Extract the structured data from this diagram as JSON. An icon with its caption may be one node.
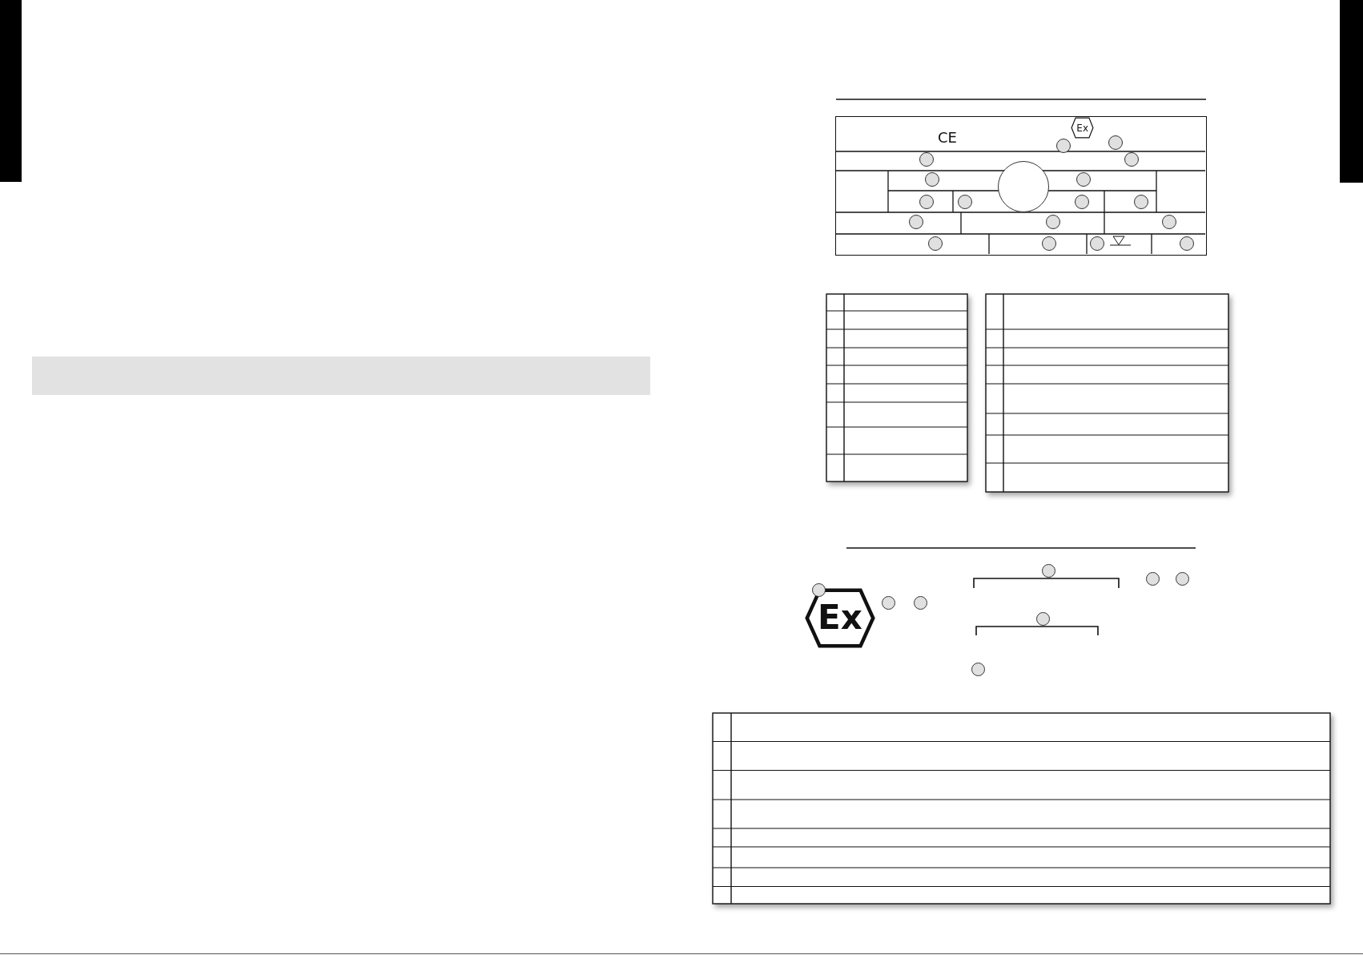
{
  "diagram": {
    "nodes": [
      {
        "text": [],
        "shape": "bar"
      },
      {
        "text": [],
        "shape": "box"
      },
      {
        "text": [
          "Ex"
        ],
        "in": 1
      },
      {
        "text": [],
        "shape": "circle",
        "in": 1
      },
      {
        "text": [],
        "shape": "circle",
        "in": 1
      },
      {
        "text": [],
        "shape": "circle",
        "in": 1
      },
      {
        "text": [],
        "shape": "circle",
        "in": 1
      },
      {
        "text": [],
        "shape": "circle",
        "in": 1
      },
      {
        "text": [],
        "shape": "circle",
        "in": 1
      },
      {
        "text": [],
        "shape": "circle",
        "in": 1
      },
      {
        "text": [],
        "shape": "circle",
        "in": 1
      },
      {
        "text": [],
        "shape": "circle",
        "in": 1
      },
      {
        "text": [],
        "shape": "circle",
        "in": 1
      },
      {
        "text": [],
        "shape": "circle",
        "in": 1
      },
      {
        "text": [],
        "shape": "circle",
        "in": 1
      },
      {
        "text": [],
        "shape": "circle",
        "in": 1
      },
      {
        "text": [],
        "shape": "circle",
        "in": 1
      },
      {
        "text": [],
        "shape": "circle",
        "in": 1
      },
      {
        "text": [],
        "shape": "circle",
        "in": 1
      },
      {
        "text": [],
        "shape": "circle",
        "in": 1
      },
      {
        "text": [],
        "shape": "circle",
        "in": 1
      },
      {
        "text": [],
        "shape": "circle"
      },
      {
        "text": [],
        "shape": "circle"
      },
      {
        "text": [],
        "shape": "circle"
      },
      {
        "text": [],
        "shape": "circle"
      },
      {
        "text": [
          "Ex"
        ]
      },
      {
        "text": [],
        "shape": "circle"
      },
      {
        "text": [],
        "shape": "circle"
      },
      {
        "text": [],
        "shape": "circle"
      },
      {
        "text": [],
        "shape": "circle"
      }
    ],
    "labels": [
      "CE"
    ]
  }
}
